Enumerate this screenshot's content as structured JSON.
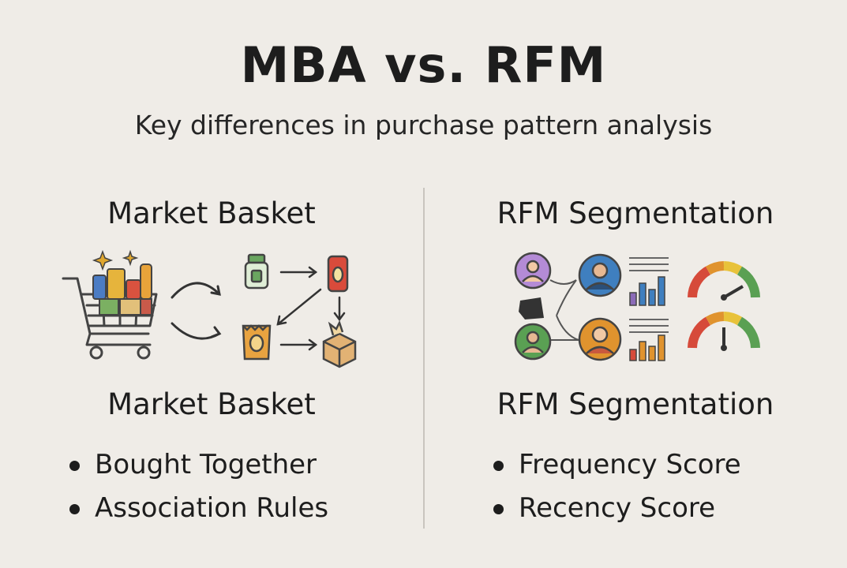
{
  "header": {
    "title": "MBA vs. RFM",
    "subtitle": "Key differences in purchase pattern analysis"
  },
  "left": {
    "heading_top": "Market Basket",
    "heading_bottom": "Market Basket",
    "bullets": [
      "Bought Together",
      "Association Rules"
    ]
  },
  "right": {
    "heading_top": "RFM Segmentation",
    "heading_bottom": "RFM Segmentation",
    "bullets": [
      "Frequency Score",
      "Recency Score"
    ]
  },
  "icons": {
    "left": [
      "shopping-cart-icon",
      "curved-arrow-icon",
      "jar-icon",
      "soda-can-icon",
      "chips-bag-icon",
      "box-icon",
      "arrow-icon"
    ],
    "right": [
      "customer-avatar-icon",
      "bar-chart-icon",
      "gauge-icon"
    ]
  },
  "colors": {
    "background": "#efece7",
    "text": "#1d1d1d",
    "divider": "#c9c5bf",
    "accent_purple": "#8b6bb8",
    "accent_blue": "#3f7fbf",
    "accent_green": "#5aa053",
    "accent_orange": "#e0932e",
    "accent_red": "#d64a3a"
  }
}
